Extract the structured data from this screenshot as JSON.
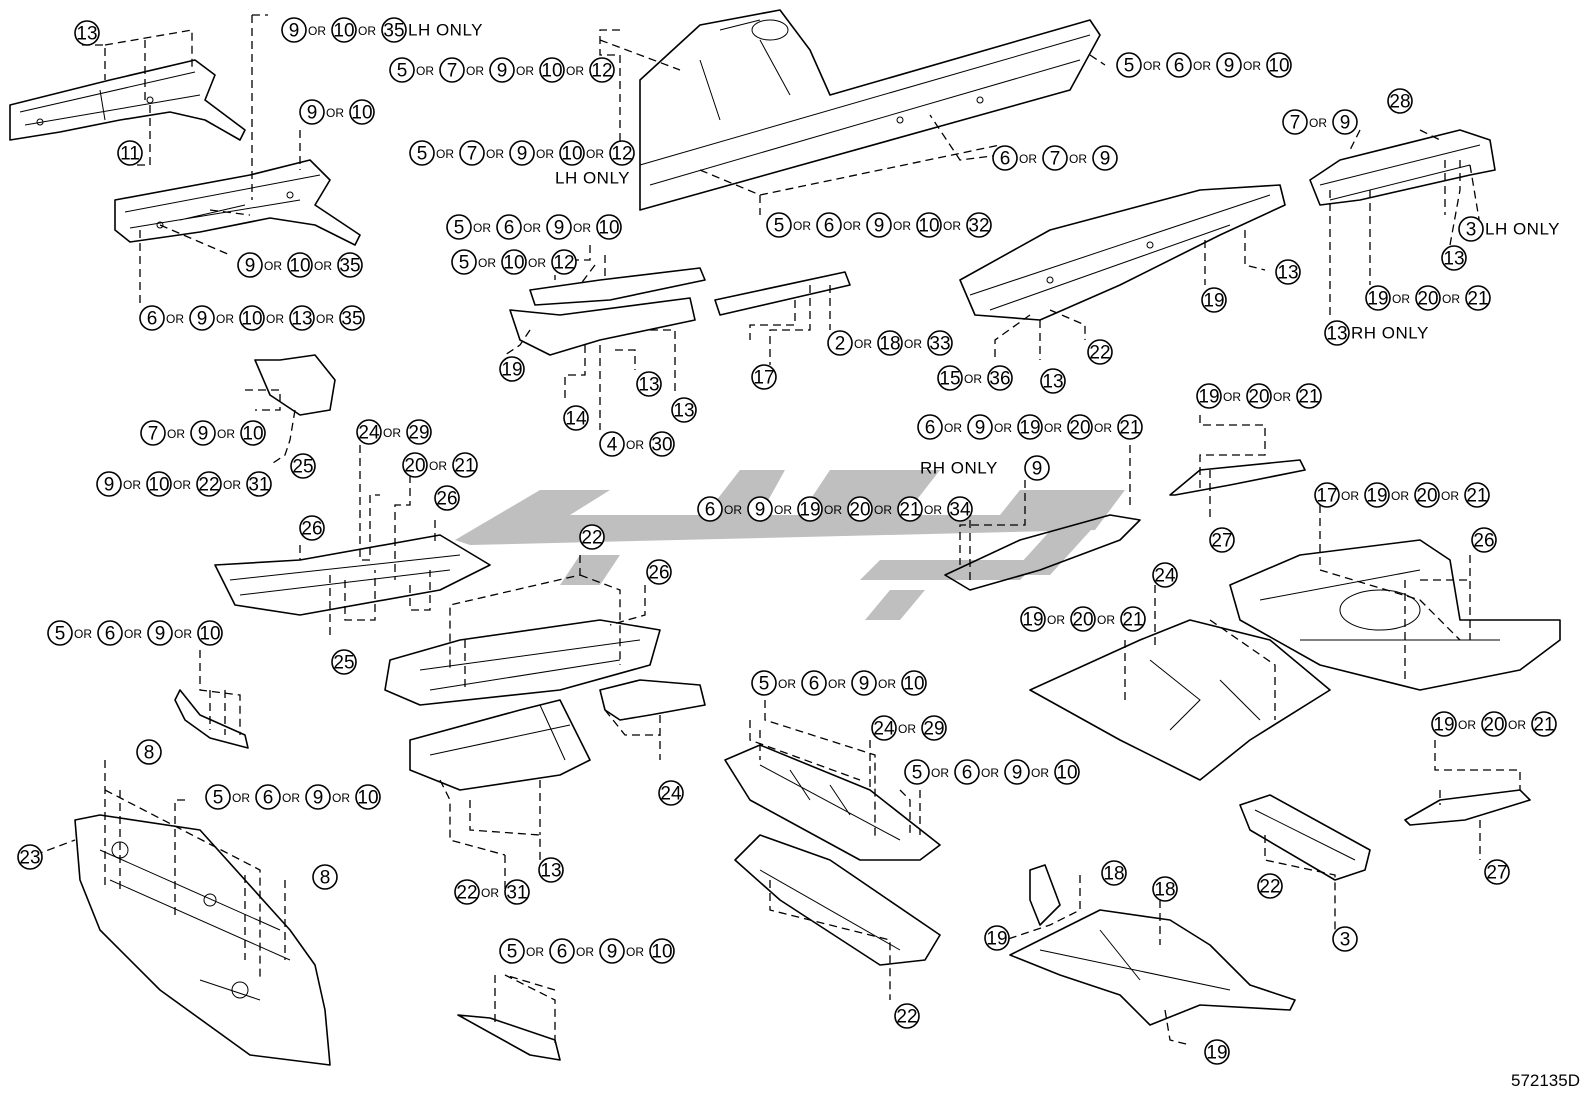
{
  "or_word": "OR",
  "figure_code": "572135D",
  "watermark_color": "#b4b4b4",
  "callouts": [
    {
      "nums": [
        "13"
      ]
    },
    {
      "nums": [
        "9",
        "10",
        "35"
      ],
      "note": "LH ONLY"
    },
    {
      "nums": [
        "5",
        "7",
        "9",
        "10",
        "12"
      ]
    },
    {
      "nums": [
        "5",
        "6",
        "9",
        "10"
      ]
    },
    {
      "nums": [
        "9",
        "10"
      ]
    },
    {
      "nums": [
        "11"
      ]
    },
    {
      "nums": [
        "5",
        "7",
        "9",
        "10",
        "12"
      ]
    },
    {
      "nums": [
        "LH ONLY"
      ]
    },
    {
      "nums": [
        "6",
        "7",
        "9"
      ]
    },
    {
      "nums": [
        "7",
        "9"
      ]
    },
    {
      "nums": [
        "28"
      ]
    },
    {
      "nums": [
        "9",
        "10",
        "35"
      ]
    },
    {
      "nums": [
        "6",
        "9",
        "10",
        "13",
        "35"
      ]
    },
    {
      "nums": [
        "5",
        "6",
        "9",
        "10",
        "32"
      ]
    },
    {
      "nums": [
        "5",
        "6",
        "9",
        "10"
      ]
    },
    {
      "nums": [
        "5",
        "10",
        "12"
      ]
    },
    {
      "nums": [
        "3"
      ],
      "note": "LH ONLY"
    },
    {
      "nums": [
        "13"
      ]
    },
    {
      "nums": [
        "13"
      ]
    },
    {
      "nums": [
        "19"
      ]
    },
    {
      "nums": [
        "19",
        "20",
        "21"
      ]
    },
    {
      "nums": [
        "13"
      ],
      "note": "RH ONLY"
    },
    {
      "nums": [
        "2",
        "18",
        "33"
      ]
    },
    {
      "nums": [
        "19"
      ]
    },
    {
      "nums": [
        "17"
      ]
    },
    {
      "nums": [
        "15",
        "36"
      ]
    },
    {
      "nums": [
        "13"
      ]
    },
    {
      "nums": [
        "22"
      ]
    },
    {
      "nums": [
        "13"
      ]
    },
    {
      "nums": [
        "14"
      ]
    },
    {
      "nums": [
        "13"
      ]
    },
    {
      "nums": [
        "7",
        "9",
        "10"
      ]
    },
    {
      "nums": [
        "4",
        "30"
      ]
    },
    {
      "nums": [
        "6",
        "9",
        "19",
        "20",
        "21"
      ]
    },
    {
      "nums": [
        "19",
        "20",
        "21"
      ]
    },
    {
      "nums": [
        "24",
        "29"
      ]
    },
    {
      "nums": [
        "9",
        "10",
        "22",
        "31"
      ]
    },
    {
      "nums": [
        "25"
      ]
    },
    {
      "nums": [
        "20",
        "21"
      ]
    },
    {
      "nums": [
        "RH ONLY"
      ],
      "note": ""
    },
    {
      "nums": [
        "9"
      ]
    },
    {
      "nums": [
        "26"
      ]
    },
    {
      "nums": [
        "26"
      ]
    },
    {
      "nums": [
        "6",
        "9",
        "19",
        "20",
        "21",
        "34"
      ]
    },
    {
      "nums": [
        "17",
        "19",
        "20",
        "21"
      ]
    },
    {
      "nums": [
        "27"
      ]
    },
    {
      "nums": [
        "22"
      ]
    },
    {
      "nums": [
        "26"
      ]
    },
    {
      "nums": [
        "26"
      ]
    },
    {
      "nums": [
        "24"
      ]
    },
    {
      "nums": [
        "5",
        "6",
        "9",
        "10"
      ]
    },
    {
      "nums": [
        "25"
      ]
    },
    {
      "nums": [
        "19",
        "20",
        "21"
      ]
    },
    {
      "nums": [
        "5",
        "6",
        "9",
        "10"
      ]
    },
    {
      "nums": [
        "24",
        "29"
      ]
    },
    {
      "nums": [
        "8"
      ]
    },
    {
      "nums": [
        "24"
      ]
    },
    {
      "nums": [
        "5",
        "6",
        "9",
        "10"
      ]
    },
    {
      "nums": [
        "5",
        "6",
        "9",
        "10"
      ]
    },
    {
      "nums": [
        "19",
        "20",
        "21"
      ]
    },
    {
      "nums": [
        "23"
      ]
    },
    {
      "nums": [
        "8"
      ]
    },
    {
      "nums": [
        "13"
      ]
    },
    {
      "nums": [
        "22",
        "31"
      ]
    },
    {
      "nums": [
        "22"
      ]
    },
    {
      "nums": [
        "27"
      ]
    },
    {
      "nums": [
        "18"
      ]
    },
    {
      "nums": [
        "18"
      ]
    },
    {
      "nums": [
        "19"
      ]
    },
    {
      "nums": [
        "3"
      ]
    },
    {
      "nums": [
        "5",
        "6",
        "9",
        "10"
      ]
    },
    {
      "nums": [
        "22"
      ]
    },
    {
      "nums": [
        "19"
      ]
    }
  ]
}
